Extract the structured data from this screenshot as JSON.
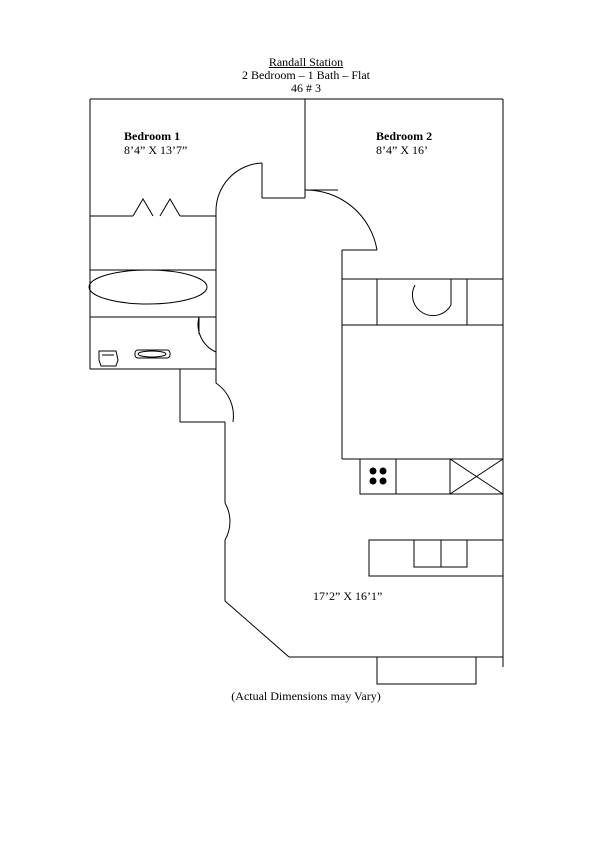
{
  "header": {
    "title": "Randall Station",
    "subtitle": "2 Bedroom – 1 Bath – Flat",
    "unit": "46 # 3"
  },
  "rooms": {
    "bedroom1": {
      "label": "Bedroom 1",
      "dims": "8’4” X 13’7”"
    },
    "bedroom2": {
      "label": "Bedroom 2",
      "dims": "8’4” X 16’"
    },
    "living": {
      "dims": "17’2” X 16’1”"
    }
  },
  "footer": {
    "note": "(Actual Dimensions may Vary)"
  }
}
